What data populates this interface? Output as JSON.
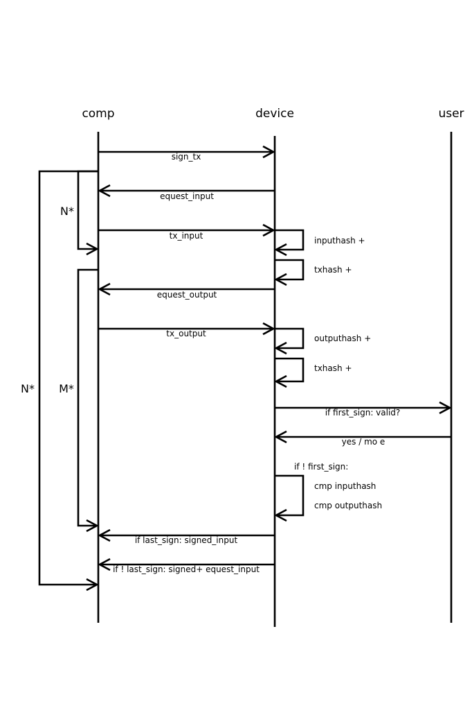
{
  "actors": {
    "comp": "comp",
    "device": "device",
    "user": "user"
  },
  "loops": {
    "outer": "N*",
    "inputs": "N*",
    "outputs": "M*"
  },
  "messages": {
    "sign_tx": "sign_tx",
    "request_input": "equest_input",
    "tx_input": "tx_input",
    "request_output": "equest_output",
    "tx_output": "tx_output",
    "valid": "if first_sign: valid?",
    "yes_more": "yes / mo e",
    "signed_input": "if last_sign: signed_input",
    "signed_request": "if ! last_sign: signed+ equest_input"
  },
  "notes": {
    "inputhash": "inputhash +",
    "txhash_1": "txhash +",
    "outputhash": "outputhash +",
    "txhash_2": "txhash +",
    "not_first_sign": "if ! first_sign:",
    "cmp_inputhash": "cmp inputhash",
    "cmp_outputhash": "cmp outputhash"
  }
}
